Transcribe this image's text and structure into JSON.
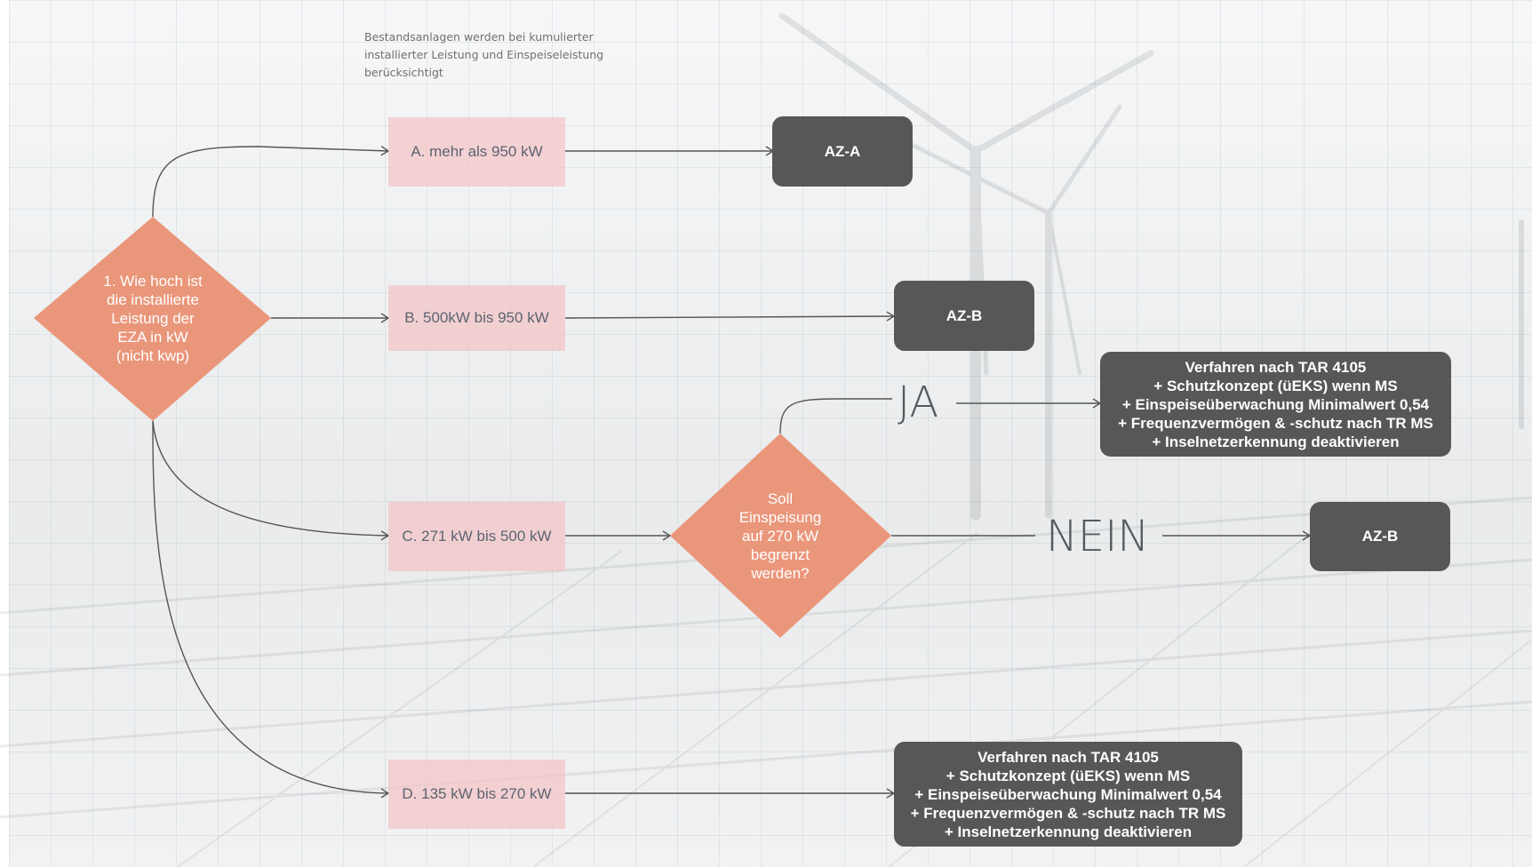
{
  "note": "Bestandsanlagen werden bei kumulierter\ninstallierter Leistung und Einspeiseleistung\nberücksichtigt",
  "decision_1": "1. Wie hoch ist\ndie installierte\nLeistung der\nEZA in kW\n(nicht kwp)",
  "decision_2": "Soll\nEinspeisung\nauf 270 kW\nbegrenzt\nwerden?",
  "options": {
    "a": "A. mehr als 950 kW",
    "b": "B. 500kW bis 950 kW",
    "c": "C. 271 kW bis 500 kW",
    "d": "D. 135 kW bis 270 kW"
  },
  "results": {
    "az_a": "AZ-A",
    "az_b_top": "AZ-B",
    "az_b_nein": "AZ-B",
    "verfahren_ja": "Verfahren nach TAR 4105\n+ Schutzkonzept (üEKS) wenn MS\n+ Einspeiseüberwachung Minimalwert 0,54\n+ Frequenzvermögen & -schutz nach TR MS\n+ Inselnetzerkennung deaktivieren",
    "verfahren_d": "Verfahren nach TAR 4105\n+ Schutzkonzept (üEKS) wenn MS\n+ Einspeiseüberwachung Minimalwert 0,54\n+ Frequenzvermögen & -schutz nach TR MS\n+ Inselnetzerkennung deaktivieren"
  },
  "branch_labels": {
    "ja": "JA",
    "nein": "NEIN"
  },
  "colors": {
    "decision": "#ea967a",
    "option_box": "#f4c4c6",
    "result_box": "#575757",
    "connector": "#555555"
  }
}
